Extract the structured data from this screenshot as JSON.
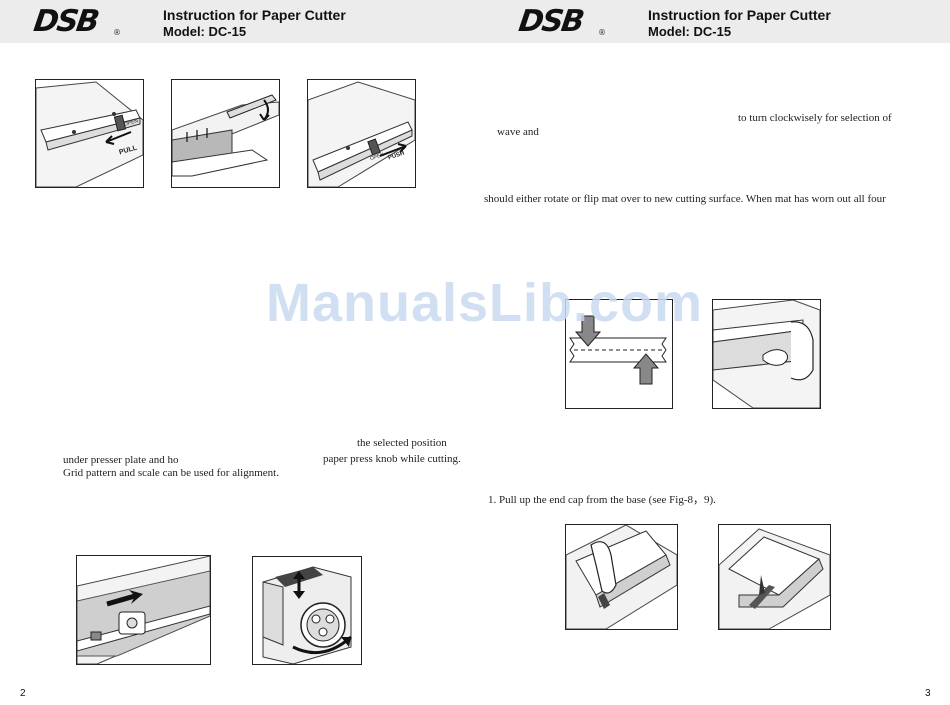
{
  "left_page": {
    "brand": "DSB",
    "reg_mark": "®",
    "title": "Instruction for Paper Cutter",
    "model": "Model:  DC-15",
    "fig1_text_a": "PULL",
    "fig1_text_b": "OPEN",
    "fig3_text_a": "PUSH",
    "fig3_text_b": "OPEN",
    "text_selected_position": "the selected position",
    "text_under_presser": "under presser plate and ho",
    "text_paper_press_knob": "paper press knob while cutting.",
    "text_grid_pattern": "Grid pattern and scale can be used for alignment.",
    "page_number": "2"
  },
  "right_page": {
    "brand": "DSB",
    "reg_mark": "®",
    "title": "Instruction for Paper Cutter",
    "model": "Model:  DC-15",
    "text_turn_clockwise": "to  turn  clockwisely  for  selection  of",
    "text_wave_and": "wave  and",
    "text_rotate_flip": "should  either  rotate or  flip  mat over to new cutting  surface.  When  mat  has  worn  out  all  four",
    "text_pull_end_cap": "1. Pull up the end cap from the base (see Fig-8，9).",
    "page_number": "3"
  },
  "watermark": "ManualsLib.com"
}
